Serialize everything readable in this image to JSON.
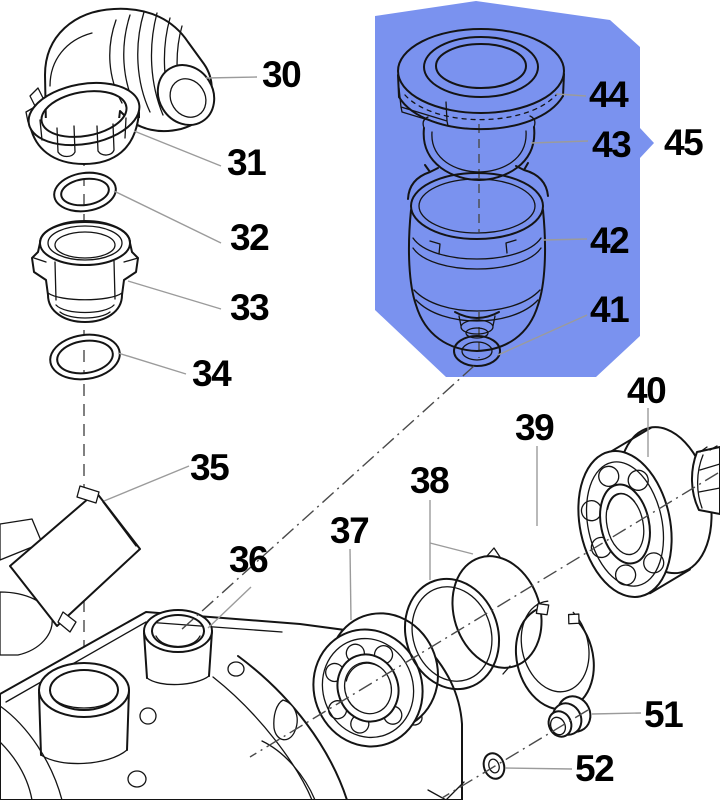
{
  "document": {
    "type": "exploded-parts-diagram",
    "description": "Pump crankcase exploded view with numbered part callouts"
  },
  "colors": {
    "highlight": "#7a92ef",
    "line": "#141414",
    "leader": "#9b9b9b",
    "background": "#ffffff"
  },
  "labels": {
    "p30": "30",
    "p31": "31",
    "p32": "32",
    "p33": "33",
    "p34": "34",
    "p35": "35",
    "p36": "36",
    "p37": "37",
    "p38": "38",
    "p39": "39",
    "p40": "40",
    "p41": "41",
    "p42": "42",
    "p43": "43",
    "p44": "44",
    "p45": "45",
    "p51": "51",
    "p52": "52"
  },
  "highlight_group": {
    "label": "45",
    "members": [
      "41",
      "42",
      "43",
      "44"
    ]
  }
}
